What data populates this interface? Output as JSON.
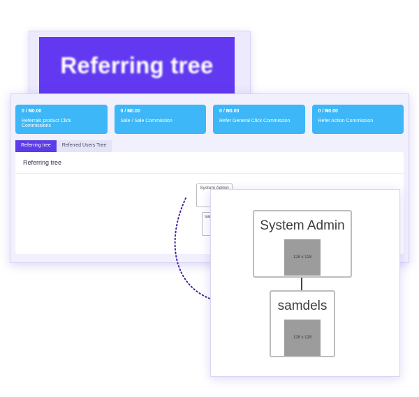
{
  "banner": {
    "title": "Referring tree"
  },
  "stats": [
    {
      "value": "0 / ₦0.00",
      "label": "Referrals product Click Commissions"
    },
    {
      "value": "0 / ₦0.00",
      "label": "Sale / Sale Commission"
    },
    {
      "value": "0 / ₦0.00",
      "label": "Refer General Click Commission"
    },
    {
      "value": "0 / ₦0.00",
      "label": "Refer Action Commission"
    }
  ],
  "tabs": [
    {
      "label": "Referring tree",
      "active": true
    },
    {
      "label": "Referred Users Tree",
      "active": false
    }
  ],
  "panel": {
    "title": "Referring tree"
  },
  "tree": {
    "root": {
      "name": "System Admin",
      "image_text": "128 x 128"
    },
    "child": {
      "name": "samdels",
      "image_text": "128 x 128"
    },
    "child_short": "sam"
  },
  "colors": {
    "accent": "#6239f0",
    "stat_card": "#3db7f7",
    "connector": "#4a1ea0"
  }
}
